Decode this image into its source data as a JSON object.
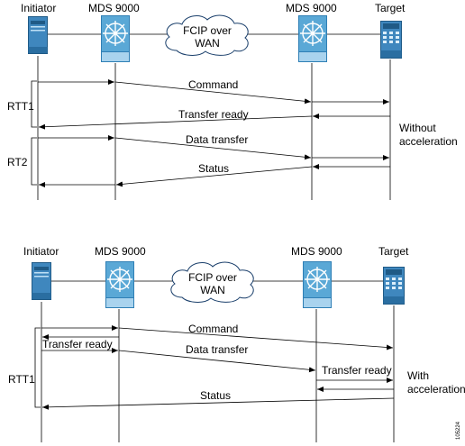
{
  "top": {
    "nodes": {
      "initiator": "Initiator",
      "mds_left": "MDS 9000",
      "mds_right": "MDS 9000",
      "target": "Target"
    },
    "cloud": {
      "line1": "FCIP over",
      "line2": "WAN"
    },
    "messages": {
      "command": "Command",
      "transfer_ready": "Transfer ready",
      "data_transfer": "Data transfer",
      "status": "Status"
    },
    "brackets": {
      "rtt1": "RTT1",
      "rt2": "RT2"
    },
    "note": {
      "line1": "Without",
      "line2": "acceleration"
    }
  },
  "bottom": {
    "nodes": {
      "initiator": "Initiator",
      "mds_left": "MDS 9000",
      "mds_right": "MDS 9000",
      "target": "Target"
    },
    "cloud": {
      "line1": "FCIP over",
      "line2": "WAN"
    },
    "messages": {
      "command": "Command",
      "transfer_ready_local": "Transfer ready",
      "data_transfer": "Data transfer",
      "transfer_ready_remote": "Transfer ready",
      "status": "Status"
    },
    "brackets": {
      "rtt1": "RTT1"
    },
    "note": {
      "line1": "With",
      "line2": "acceleration"
    }
  },
  "figure_id": "105224",
  "colors": {
    "server_blue": "#3f87be",
    "server_dark": "#1f5a86",
    "switch_blue": "#5aa8d6",
    "switch_light": "#a9d3ee",
    "line": "#000000"
  }
}
